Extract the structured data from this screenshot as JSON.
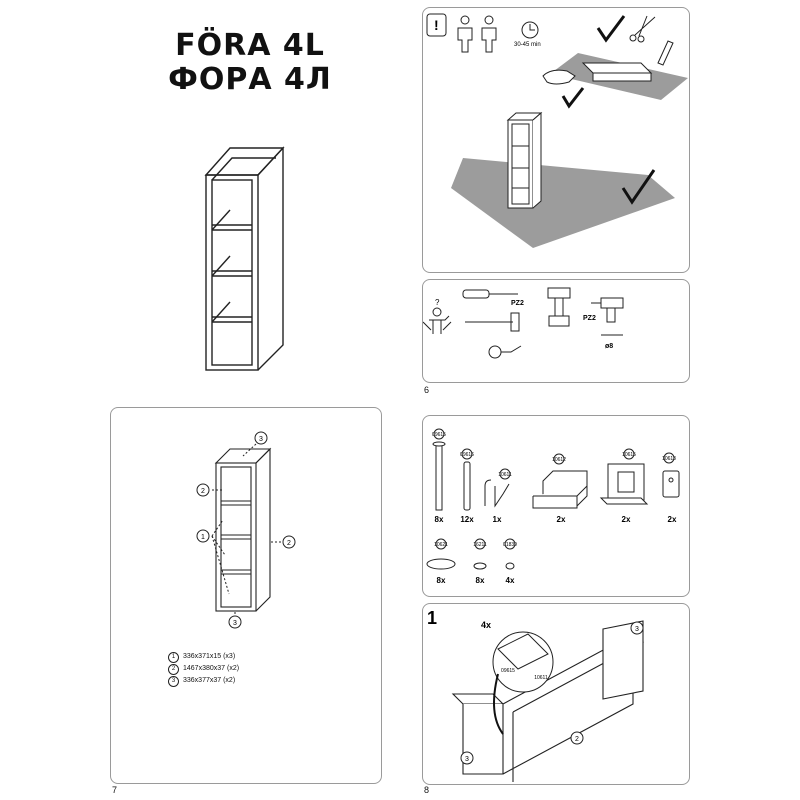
{
  "header": {
    "title_latin": "FÖRA 4L",
    "title_cyrillic": "ФОРА 4Л"
  },
  "pages": {
    "p6": "6",
    "p7": "7",
    "p8": "8"
  },
  "prep": {
    "time": "30-45 min"
  },
  "tools": {
    "screwdriver_label": "PZ2",
    "drill_bit_label": "PZ2",
    "bit_size": "ø8",
    "question": "?"
  },
  "parts_panel": {
    "labels": [
      "1",
      "2",
      "3"
    ],
    "legend": [
      {
        "num": "1",
        "text": "336x371x15 (x3)"
      },
      {
        "num": "2",
        "text": "1467x380x37 (x2)"
      },
      {
        "num": "3",
        "text": "336x377x37 (x2)"
      }
    ]
  },
  "hardware": {
    "codes": [
      "09615",
      "09616",
      "10611",
      "10612",
      "10615",
      "10613",
      "10621",
      "16211",
      "01839"
    ],
    "counts": [
      "8x",
      "12x",
      "1x",
      "2x",
      "2x",
      "2x",
      "8x",
      "8x",
      "4x"
    ]
  },
  "step1": {
    "number": "1",
    "qty": "4x",
    "part_labels": [
      "3",
      "2",
      "3"
    ],
    "codes": [
      "09615",
      "10611"
    ]
  },
  "colors": {
    "panel_border": "#9a9a9a",
    "floor_gray": "#9c9c9c",
    "line": "#222222"
  }
}
